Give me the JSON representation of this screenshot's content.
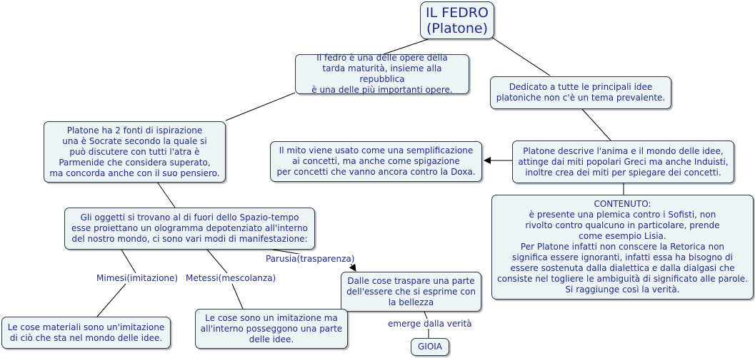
{
  "title": "IL FEDRO\n(Platone)",
  "nodes": {
    "opera": "Il fedro è una delle opere della\ntarda maturità, insieme alla repubblica\nè una delle più importanti opere.",
    "dedicato": "Dedicato a tutte le principali idee\nplatoniche non c'è un tema prevalente.",
    "fonti": "Platone ha 2 fonti di ispirazione\nuna è Socrate secondo la quale si\npuò discutere con tutti l'atra è\nParmenide che considera superato,\nma concorda anche con il suo pensiero.",
    "mito": "Il mito viene usato come una semplificazione\nai concetti, ma anche come spigazione\nper concetti che vanno ancora contro la Doxa.",
    "descrive": "Platone descrive l'anima e il mondo delle idee,\nattinge dai miti popolari Greci ma anche Induisti,\ninoltre crea dei miti per spiegare dei concetti.",
    "contenuto": "CONTENUTO:\nè presente una plemica contro i Sofisti, non\nrivolto contro qualcuno in particolare, prende\ncome esempio Lisia.\nPer Platone infatti non conscere la Retorica non\nsignifica essere ignoranti, infatti essa ha bisogno di\nessere sostenuta dalla dialettica e dalla dialgasi che\nconsiste nel togliere le ambiguità di significato alle parole.\nSi raggiunge così la verità.",
    "oggetti": "Gli oggetti si trovano al di fuori dello Spazio-tempo\nesse proiettano un ologramma depotenziato all'interno\ndel nostro mondo, ci sono vari modi di manifestazione:",
    "traspare": "Dalle cose traspare una parte\ndell'essere che si esprime con\nla bellezza",
    "materiali": "Le cose materiali sono un'imitazione\ndi ciò che sta nel mondo delle idee.",
    "imitazione": "Le cose sono un imitazione ma\nall'interno posseggono una parte\ndelle idee.",
    "gioia": "GIOIA"
  },
  "links": {
    "mimesi": "Mimesi(imitazione)",
    "metessi": "Metessi(mescolanza)",
    "parusia": "Parusia(trasparenza)",
    "emerge": "emerge dalla verità"
  },
  "colors": {
    "node_fill": "#eef4f5",
    "node_border": "#283a4a",
    "text": "#1f2a86",
    "edge": "#000000"
  }
}
